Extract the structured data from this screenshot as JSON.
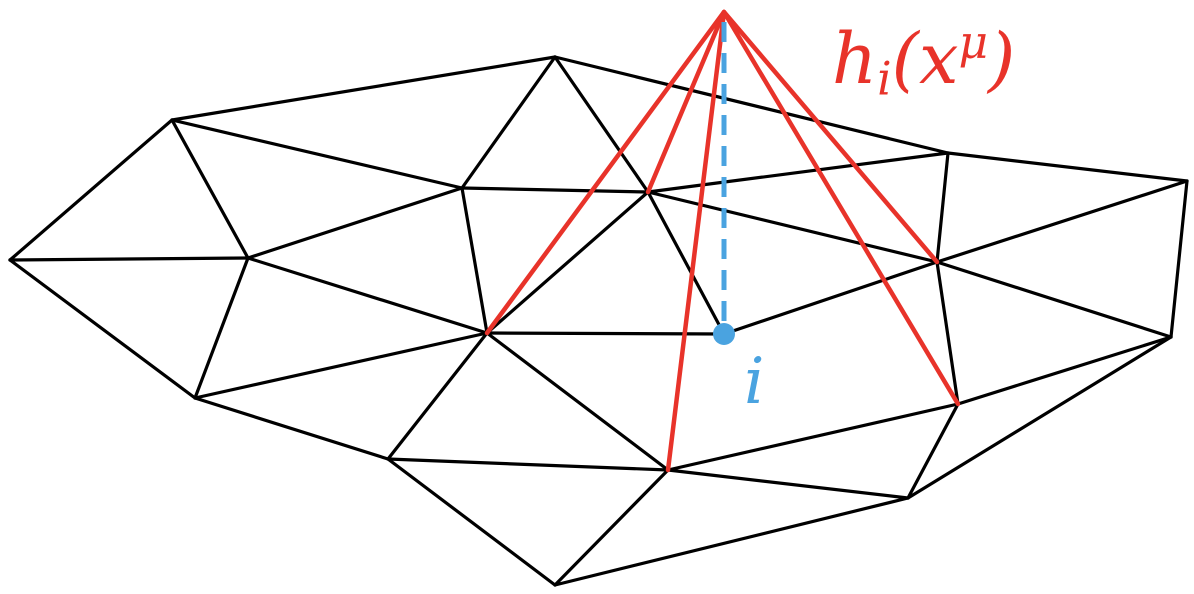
{
  "labels": {
    "height_function": "h",
    "height_sub": "i",
    "height_args_open": "(x",
    "height_sup": "μ",
    "height_args_close": ")",
    "vertex": "i"
  },
  "colors": {
    "mesh": "#000000",
    "height_edges": "#e8332a",
    "vertex_and_height_line": "#4aa3e0"
  }
}
